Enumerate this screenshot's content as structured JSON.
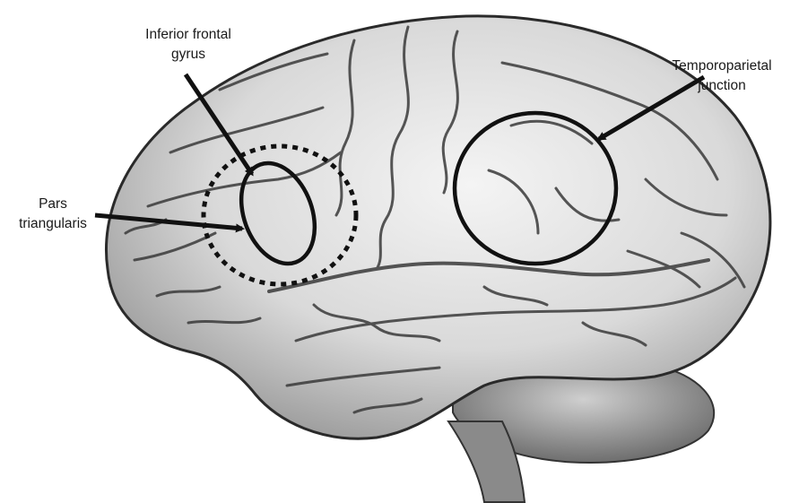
{
  "annotations": {
    "inferior_frontal_gyrus": {
      "line1": "Inferior frontal",
      "line2": "gyrus"
    },
    "temporoparietal_junction": {
      "line1": "Temporoparietal",
      "line2": "junction"
    },
    "pars_triangularis": {
      "line1": "Pars",
      "line2": "triangularis"
    }
  },
  "colors": {
    "background": "#ffffff",
    "brain_fill": "#d6d6d6",
    "sulcus": "#3a3a3a",
    "annotation": "#111111"
  },
  "icons": {
    "brain": "brain-illustration",
    "marker": "arrow-icon"
  }
}
